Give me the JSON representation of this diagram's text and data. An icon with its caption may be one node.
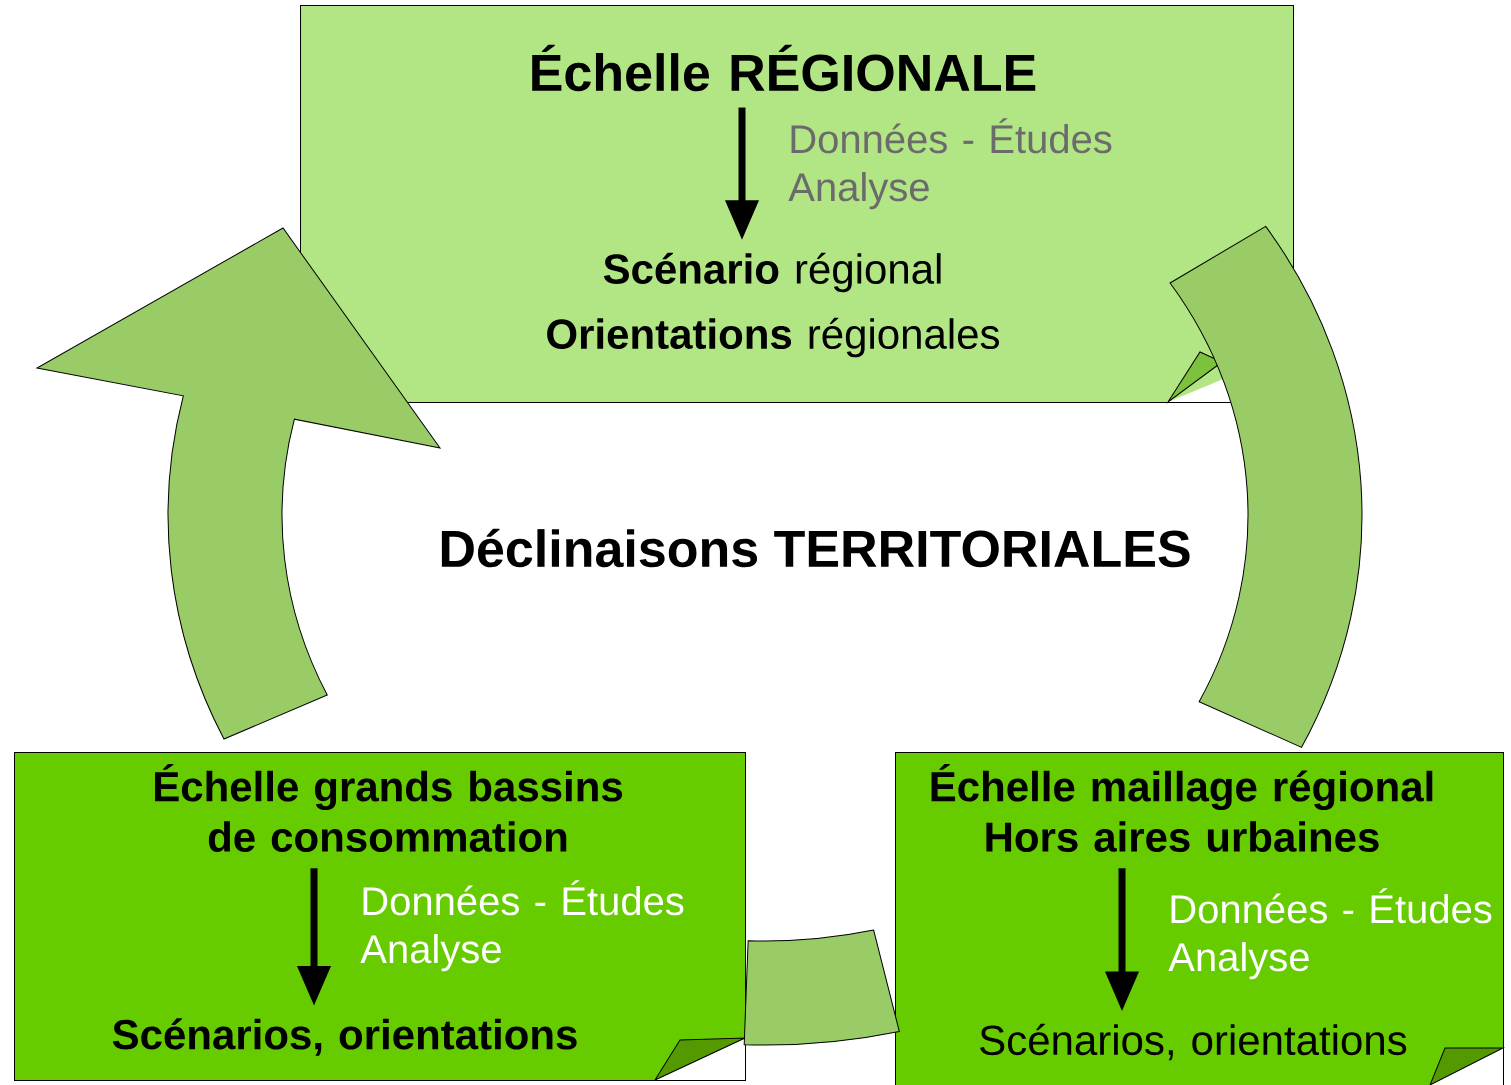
{
  "diagram": {
    "nodes": [
      {
        "text": [],
        "shape": "box"
      },
      {
        "text": [
          "Échelle RÉGIONALE"
        ],
        "in": 0
      },
      {
        "text": [
          "**Scénario** régional",
          "**Orientations** régionales"
        ],
        "in": 0
      },
      {
        "text": [],
        "shape": "box"
      },
      {
        "text": [
          "Échelle grands bassins de consommation"
        ],
        "in": 3
      },
      {
        "text": [
          "Scénarios, orientations"
        ],
        "in": 3
      },
      {
        "text": [],
        "shape": "box"
      },
      {
        "text": [
          "Échelle maillage régional Hors aires urbaines"
        ],
        "in": 6
      },
      {
        "text": [
          "Scénarios, orientations"
        ],
        "in": 6
      }
    ],
    "edges": [
      {
        "from": 1,
        "to": 2,
        "arrow": "to",
        "label": "Données - Études Analyse"
      },
      {
        "from": 4,
        "to": 5,
        "arrow": "to",
        "label": "Données - Études Analyse"
      },
      {
        "from": 7,
        "to": 8,
        "arrow": "to",
        "label": "Données - Études Analyse"
      },
      {
        "from": 0,
        "to": 6,
        "arrow": "none",
        "style": "thick",
        "color": "#99cc66"
      },
      {
        "from": 6,
        "to": 3,
        "arrow": "none",
        "style": "thick",
        "color": "#99cc66"
      },
      {
        "from": 3,
        "to": 0,
        "arrow": "to",
        "style": "thick",
        "color": "#99cc66"
      }
    ],
    "labels": [
      "Déclinaisons TERRITORIALES"
    ]
  }
}
